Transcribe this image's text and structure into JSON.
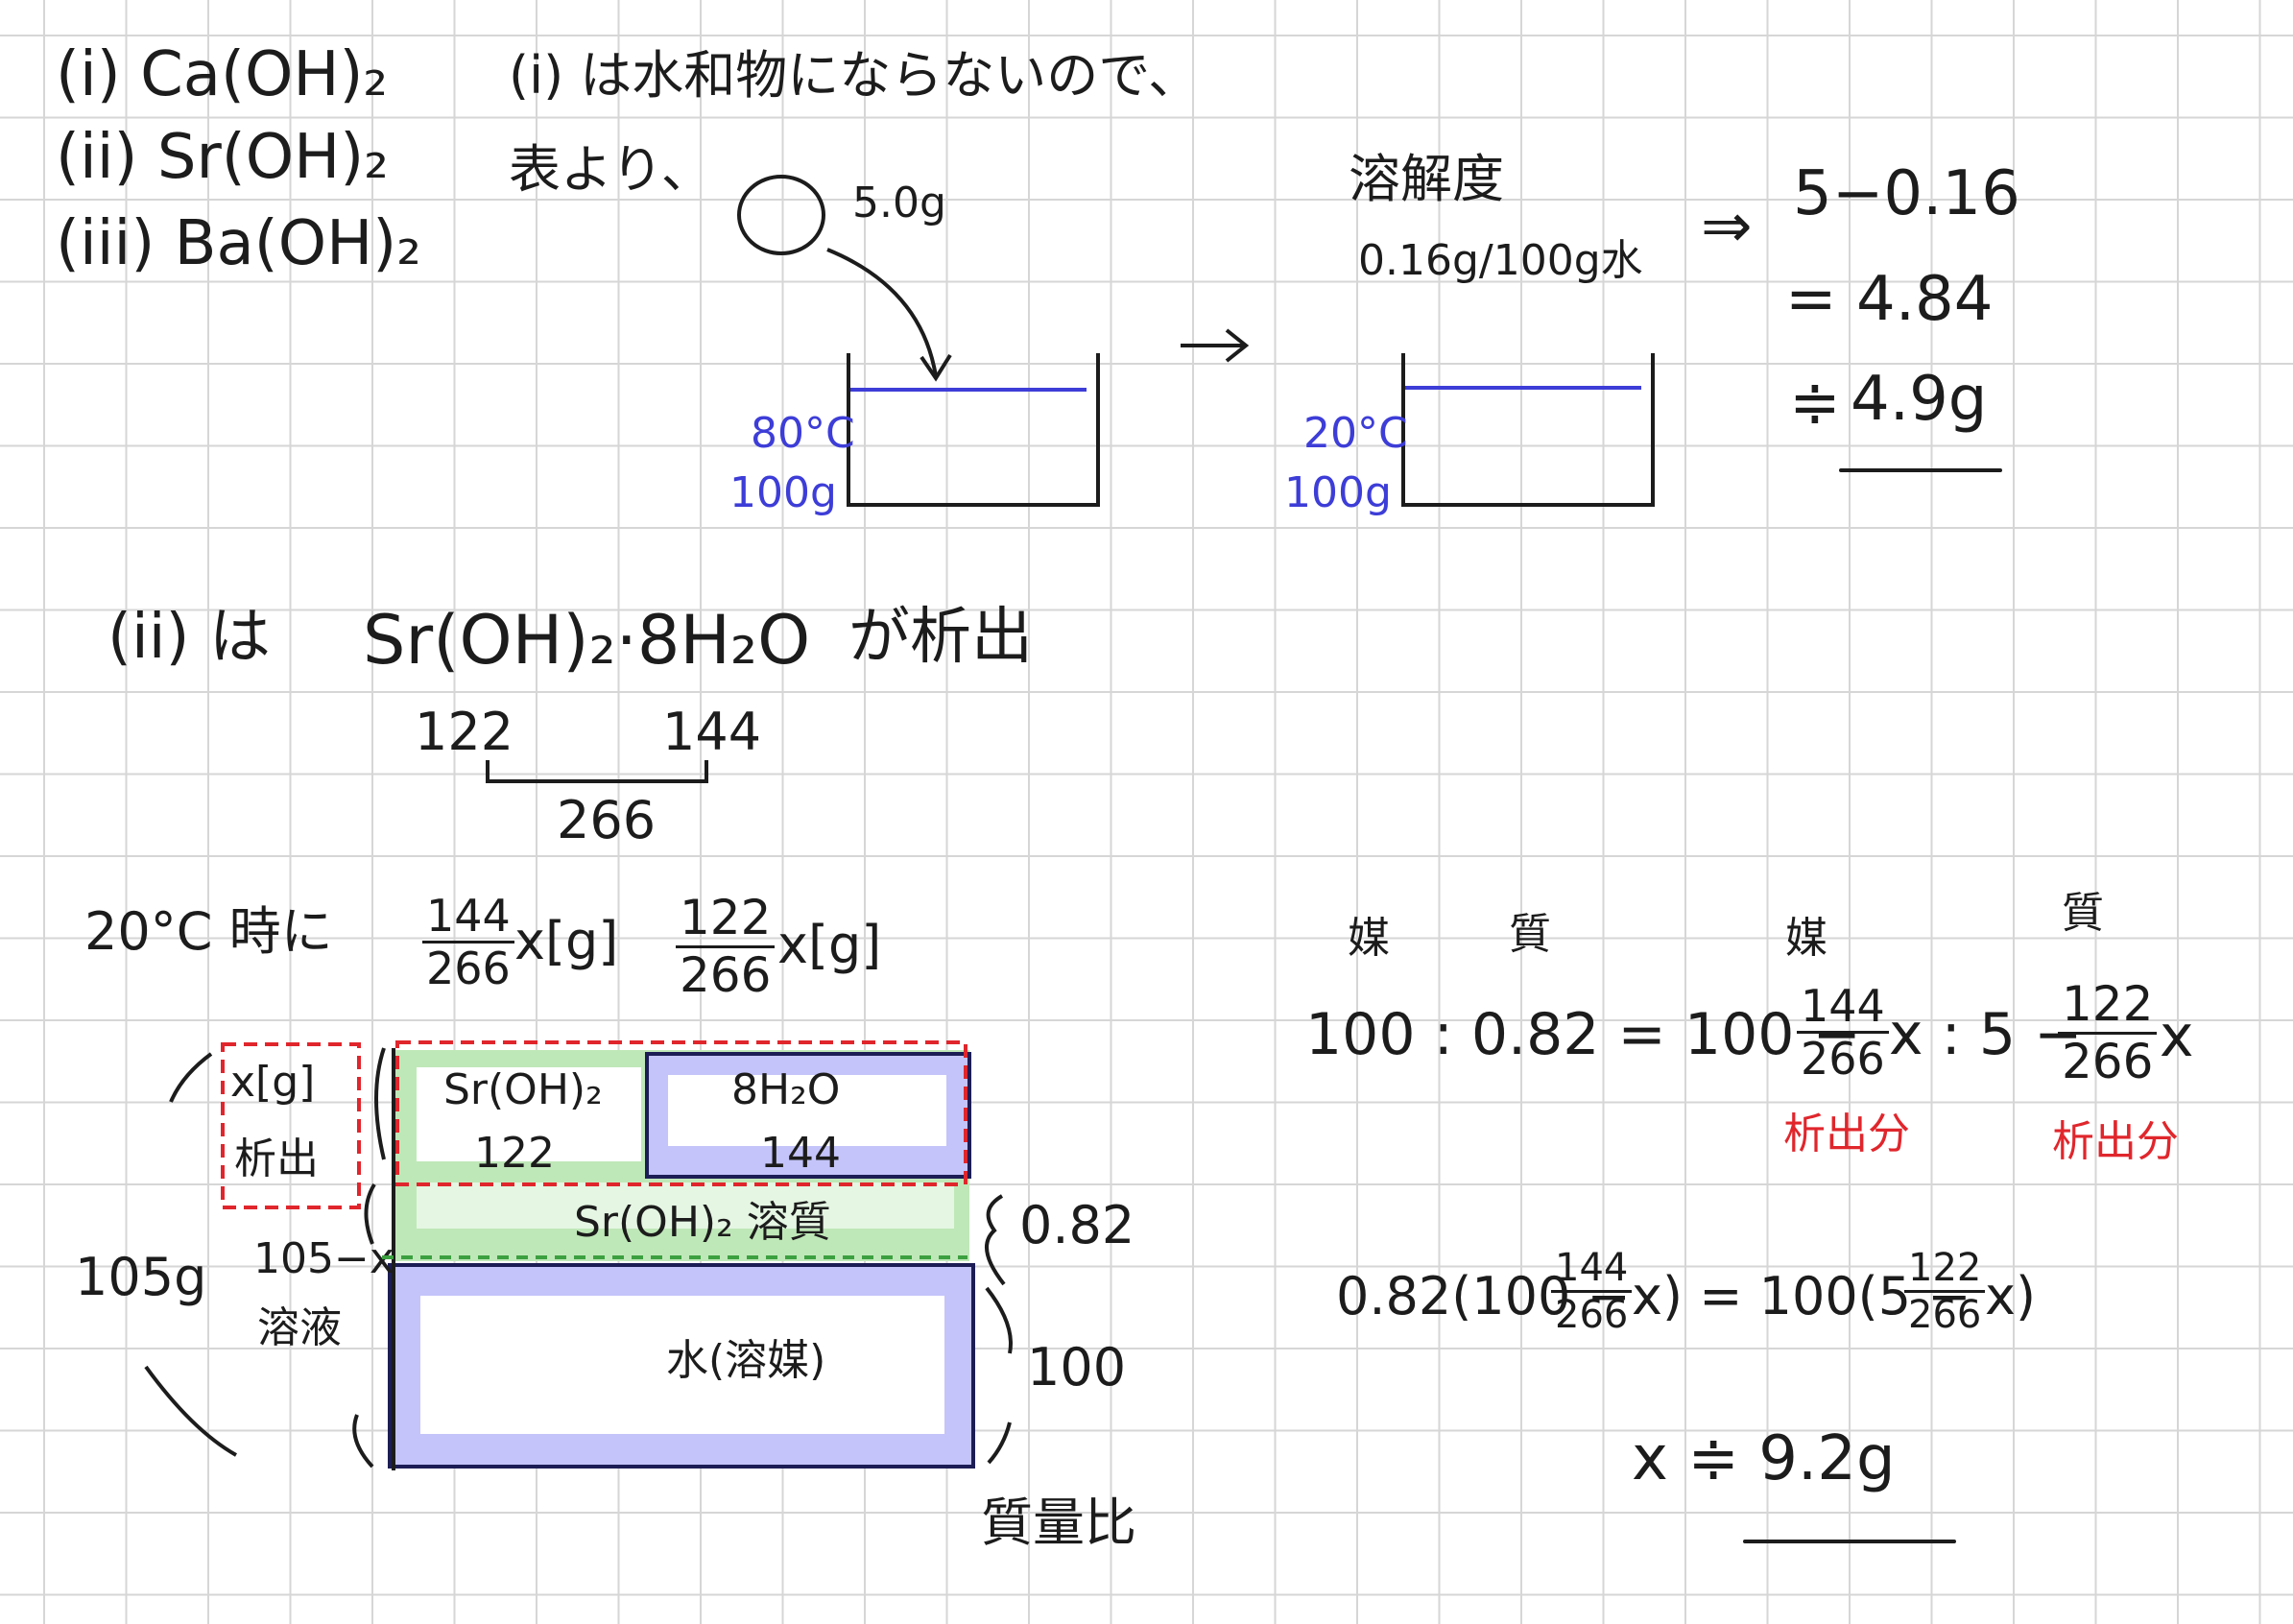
{
  "left_list": {
    "i": "(i) Ca(OH)₂",
    "ii": "(ii) Sr(OH)₂",
    "iii": "(iii) Ba(OH)₂"
  },
  "part_i": {
    "note_line1": "(i) は水和物にならないので、",
    "note_line2": "表より、",
    "added_mass": "5.0g",
    "beaker1_temp": "80°C",
    "beaker1_mass": "100g",
    "solubility_label": "溶解度",
    "solubility_value": "0.16g/100g水",
    "beaker2_temp": "20°C",
    "beaker2_mass": "100g",
    "implies": "⇒",
    "calc_line1": "5−0.16",
    "calc_line2": "= 4.84",
    "calc_line3_prefix": "≑",
    "calc_line3_answer": "4.9g"
  },
  "part_ii": {
    "heading_prefix": "(ii) は",
    "heading_formula": "Sr(OH)₂·8H₂O",
    "heading_suffix": "が析出",
    "mass_sr": "122",
    "mass_water": "144",
    "mass_total": "266"
  },
  "diagram": {
    "temp_label": "20°C 時に",
    "frac1_num": "144",
    "frac1_den": "266",
    "frac1_suffix": "x[g]",
    "frac2_num": "122",
    "frac2_den": "266",
    "frac2_suffix": "x[g]",
    "precip_mass": "x[g]",
    "precip_label": "析出",
    "total_mass": "105g",
    "solution_mass": "105−x",
    "solution_label": "溶液",
    "cell_sr_formula": "Sr(OH)₂",
    "cell_sr_mass": "122",
    "cell_water_formula": "8H₂O",
    "cell_water_mass": "144",
    "solute_label": "Sr(OH)₂ 溶質",
    "solvent_label": "水(溶媒)",
    "solute_ratio": "0.82",
    "solvent_ratio": "100",
    "ratio_label": "質量比"
  },
  "equation": {
    "head_solvent1": "媒",
    "head_solute1": "質",
    "head_solvent2": "媒",
    "head_solute2": "質",
    "lhs": "100 : 0.82 = 100 −",
    "f1_num": "144",
    "f1_den": "266",
    "mid": "x : 5 −",
    "f2_num": "122",
    "f2_den": "266",
    "var": "x",
    "precip_part1": "析出分",
    "precip_part2": "析出分",
    "eq2_a": "0.82(100 −",
    "eq2_f1_num": "144",
    "eq2_f1_den": "266",
    "eq2_b": "x) = 100(5 −",
    "eq2_f2_num": "122",
    "eq2_f2_den": "266",
    "eq2_c": "x)",
    "answer": "x ≑ 9.2g"
  },
  "colors": {
    "ink": "#1c1c1c",
    "blue": "#3d3dd8",
    "red": "#e0262c",
    "grid": "#d6d6d6",
    "highlight_green": "#bfe8b8",
    "highlight_purple": "#c4c4fa"
  }
}
